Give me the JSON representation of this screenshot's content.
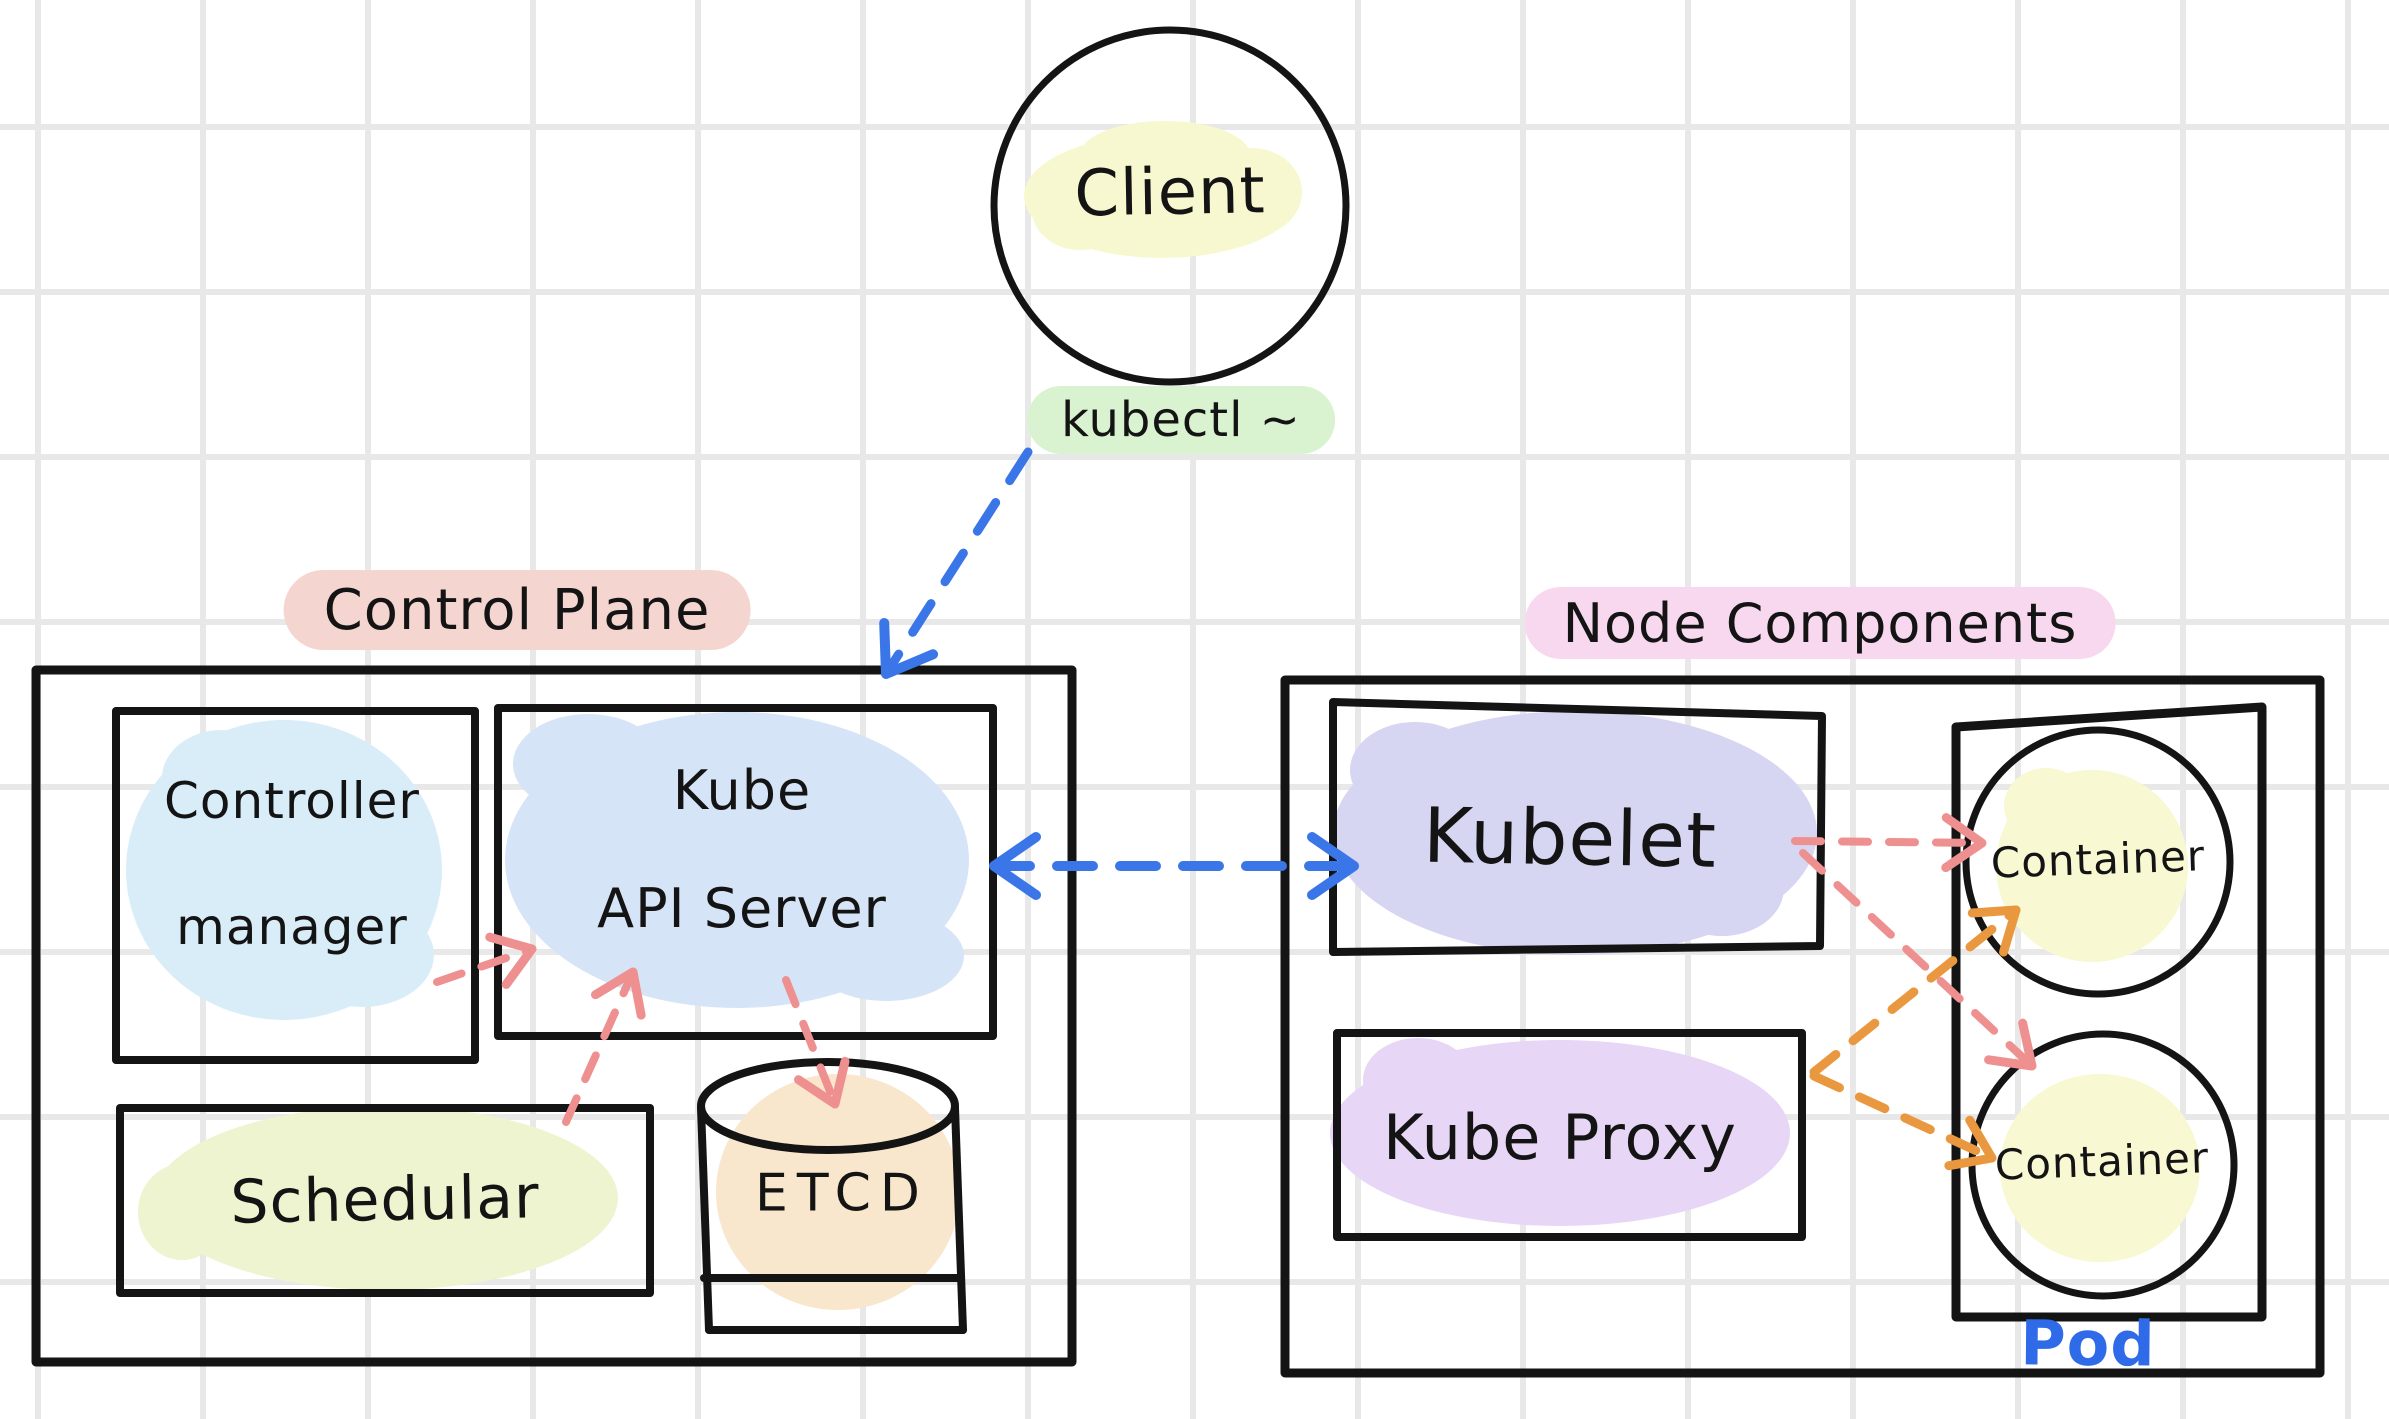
{
  "client": {
    "label": "Client"
  },
  "kubectl": {
    "label": "kubectl ~"
  },
  "control_plane": {
    "title": "Control Plane",
    "controller_manager": {
      "line1": "Controller",
      "line2": "manager"
    },
    "api_server": {
      "line1": "Kube",
      "line2": "API Server"
    },
    "scheduler": {
      "label": "Schedular"
    },
    "etcd": {
      "label": "ETCD"
    }
  },
  "node_components": {
    "title": "Node Components",
    "kubelet": {
      "label": "Kubelet"
    },
    "kube_proxy": {
      "label": "Kube Proxy"
    },
    "pod": {
      "label": "Pod",
      "containers": [
        "Container",
        "Container"
      ]
    }
  },
  "colors": {
    "ink": "#141414",
    "grid": "#e8e8e8",
    "arrow_blue": "#3b76e8",
    "arrow_pink": "#ef9090",
    "arrow_orange": "#e9983f",
    "pod_label_blue": "#2f6ae8",
    "client_highlight": "#f8f8d0",
    "kubectl_highlight": "#d9f3d0",
    "control_plane_highlight": "#f5d5cf",
    "node_components_highlight": "#f7d8ee",
    "controller_manager_highlight": "#d9edf8",
    "api_server_highlight": "#d6e4f7",
    "scheduler_highlight": "#eef4d0",
    "etcd_highlight": "#f9e7cd",
    "kubelet_highlight": "#d6d5f2",
    "kube_proxy_highlight": "#e7d6f5",
    "container_highlight": "#f8f8d2"
  }
}
